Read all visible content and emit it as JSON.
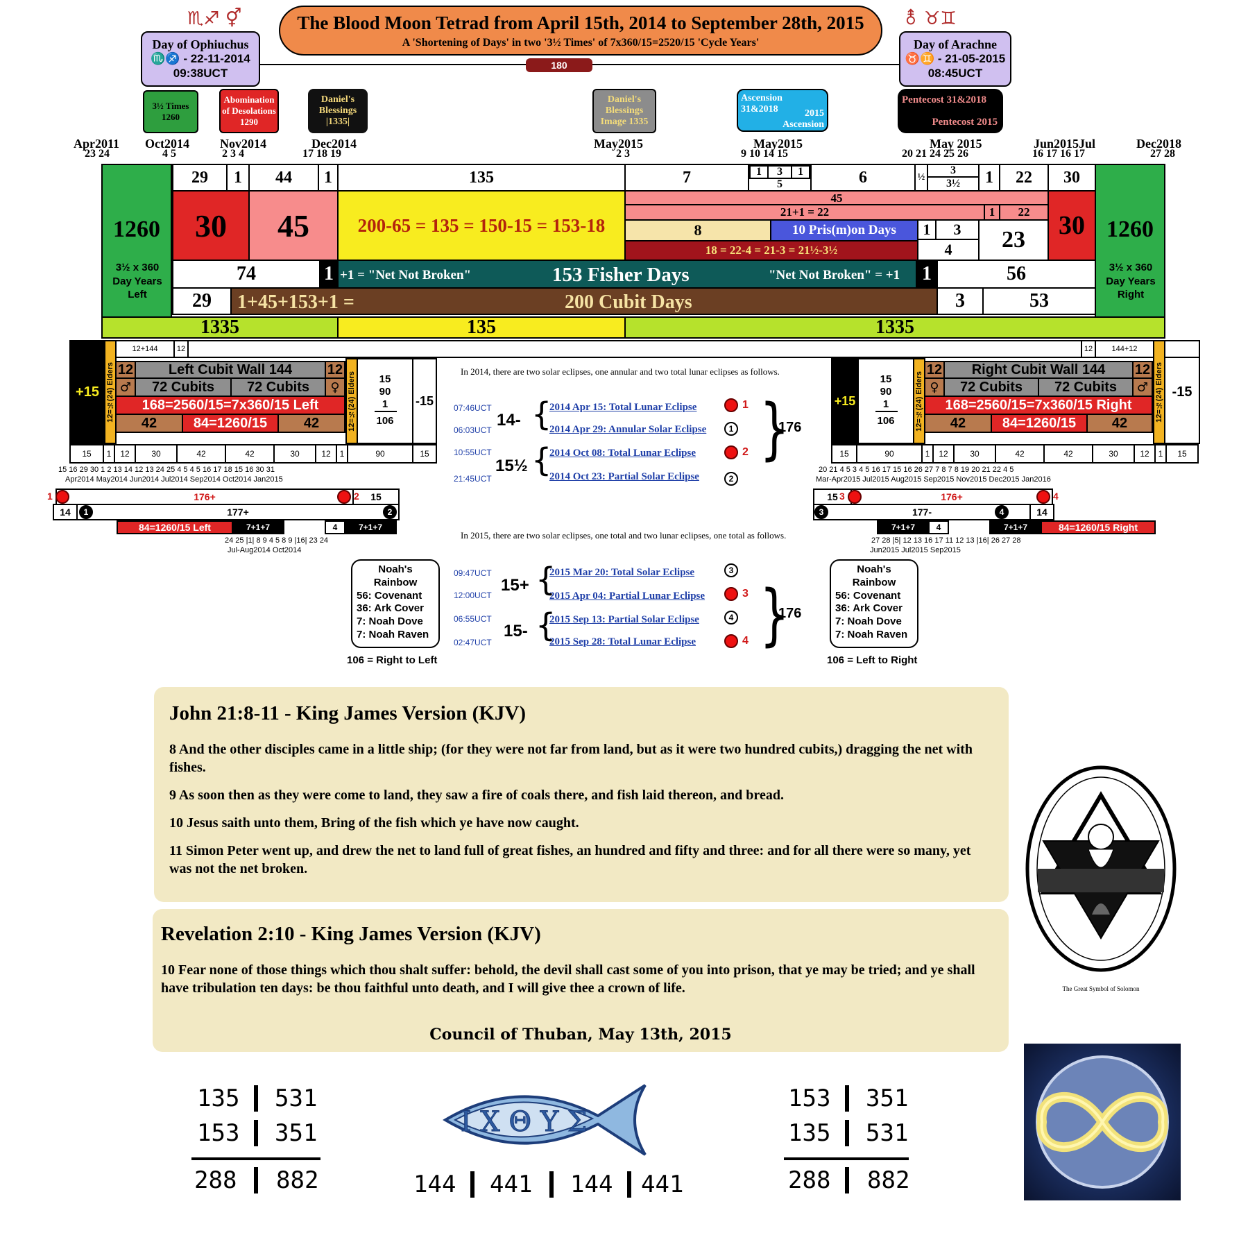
{
  "header": {
    "title": "The Blood Moon Tetrad  from April 15th, 2014 to September 28th, 2015",
    "subtitle": "A 'Shortening of Days' in  two '3½ Times' of 7x360/15=2520/15 'Cycle Years'",
    "center_badge": "180",
    "left_symbols": "♏♐   ⚥",
    "right_symbols": "⚨   ♉♊",
    "left_box": {
      "line1": "Day of Ophiuchus",
      "line2": "♏♐ - 22-11-2014",
      "line3": "09:38UCT"
    },
    "right_box": {
      "line1": "Day of Arachne",
      "line2": "♉♊ - 21-05-2015",
      "line3": "08:45UCT"
    }
  },
  "labels": {
    "times": "3½ Times 1260",
    "abomination": "Abomination of Desolations 1290",
    "daniels1": "Daniel's Blessings |1335|",
    "daniels2": "Daniel's Blessings Image 1335",
    "ascension_a": "Ascension 31&2018",
    "ascension_b": "2015 Ascension",
    "pentecost_a": "Pentecost 31&2018",
    "pentecost_b": "Pentecost 2015"
  },
  "months": {
    "apr2011": "Apr2011",
    "apr2011_d": "23 24",
    "oct2014": "Oct2014",
    "oct2014_d": "4 5",
    "nov2014": "Nov2014",
    "nov2014_d": "2  3  4",
    "dec2014": "Dec2014",
    "dec2014_d": "17 18 19",
    "may2015a": "May2015",
    "may2015a_d": "2 3",
    "may2015b": "May2015",
    "may2015b_d": "9 10      14 15",
    "may2015c": "May 2015",
    "may2015c_d": "20 21     24 25  26",
    "jun2015": "Jun2015Jul",
    "jun2015_d": "16 17  16 17",
    "dec2018": "Dec2018",
    "dec2018_d": "27 28"
  },
  "grid": {
    "r1": [
      "29",
      "1",
      "44",
      "1",
      "135",
      "7",
      "1",
      "3",
      "1",
      "5",
      "6",
      "½",
      "3",
      "3½",
      "1",
      "22",
      "30"
    ],
    "big_left": "1260",
    "big_left_sub": "3½ x 360 Day Years Left",
    "big_right": "1260",
    "big_right_sub": "3½ x 360 Day Years Right",
    "red30": "30",
    "pink45": "45",
    "yellow_eq": "200-65 = 135 = 150-15 = 153-18",
    "salmon45": "45",
    "r21": "21+1 = 22",
    "r21b": "1",
    "r21c": "22",
    "tan8": "8",
    "prison": "10 Pris(m)on Days",
    "r3a": "1",
    "r3b": "3",
    "r4": "4",
    "r23": "23",
    "red30r": "30",
    "dred": "18 = 22-4 = 21-3 = 21½-3½",
    "v74": "74",
    "v1a": "1",
    "net_left": "+1 = \"Net Not Broken\"",
    "fisher": "153 Fisher Days",
    "net_right": "\"Net Not Broken\" = +1",
    "v1b": "1",
    "v56": "56",
    "v29": "29",
    "cubit_eq": "1+45+153+1 =",
    "cubit": "200 Cubit Days",
    "v3": "3",
    "v53": "53",
    "g1335a": "1335",
    "y135": "135",
    "g1335b": "1335"
  },
  "walls": {
    "top_left_a": "12+144",
    "top_left_b": "12",
    "top_right_a": "12",
    "top_right_b": "144+12",
    "plus15": "+15",
    "minus15": "-15",
    "elders": "12=½(24) Elders",
    "left_title": "Left Cubit Wall 144",
    "right_title": "Right Cubit Wall 144",
    "cub72": "72 Cubits",
    "n12": "12",
    "mars": "♂",
    "venus": "♀",
    "left_red": "168=2560/15=7x360/15 Left",
    "right_red": "168=2560/15=7x360/15 Right",
    "n42": "42",
    "n84": "84=1260/15",
    "frac": [
      "15",
      "90",
      "1",
      "106"
    ],
    "left_row": [
      "15",
      "1",
      "12",
      "30",
      "42",
      "42",
      "30",
      "12",
      "1",
      "90",
      "15"
    ],
    "right_row": [
      "15",
      "90",
      "1",
      "12",
      "30",
      "42",
      "42",
      "30",
      "12",
      "1",
      "15"
    ],
    "left_ticks": "15 16 29 30  1 2  13 14        12 13           24 25               4 5        4 5  16 17 18              15 16  30 31",
    "left_months": "Apr2014     May2014        Jun2014         Jul2014        Sep2014      Oct2014                   Jan2015",
    "right_ticks": "20 21  4 5                    3 4 5  16 17       15 16          26 27            7 8          7 8  19 20 21 22   4 5",
    "right_months": "Mar-Apr2015                 Jul2015        Aug2015       Sep2015        Nov2015         Dec2015  Jan2016"
  },
  "tetrad_rows": {
    "l176": "176+",
    "l177": "177+",
    "l15": "15",
    "l14": "14",
    "r176": "176+",
    "r177": "177-",
    "r15": "15",
    "r14": "14",
    "left_84": "84=1260/15 Left",
    "right_84": "84=1260/15 Right",
    "left_717": "7+1+7",
    "left_717b": "7+1+7",
    "left_4": "4",
    "left_tick": "24 25   |1|   8 9        4 5  8 9   |16|  23 24",
    "left_tm": "Jul-Aug2014                          Oct2014",
    "right_717": "7+1+7",
    "right_717b": "7+1+7",
    "right_4": "4",
    "right_tick": "27 28   |5|   12 13 16 17          11 12 13 |16| 26 27 28",
    "right_tm": "Jun2015       Jul2015                    Sep2015",
    "n1": "1",
    "n2": "2",
    "n3": "3",
    "n4": "4"
  },
  "eclipses": {
    "intro2014": "In 2014, there are two solar eclipses, one annular and two total lunar eclipses as follows.",
    "intro2015": "In 2015, there are two solar eclipses, one total and two lunar eclipses, one total as follows.",
    "items2014": [
      {
        "time": "07:46UCT",
        "label": "2014 Apr 15: Total Lunar Eclipse",
        "num": "1"
      },
      {
        "time": "06:03UCT",
        "label": "2014 Apr 29: Annular Solar Eclipse",
        "num": "1"
      },
      {
        "time": "10:55UCT",
        "label": "2014 Oct 08: Total Lunar Eclipse",
        "num": "2"
      },
      {
        "time": "21:45UCT",
        "label": "2014 Oct 23: Partial Solar Eclipse",
        "num": "2"
      }
    ],
    "items2015": [
      {
        "time": "09:47UCT",
        "label": "2015 Mar 20: Total Solar Eclipse",
        "num": "3"
      },
      {
        "time": "12:00UCT",
        "label": "2015 Apr 04: Partial Lunar Eclipse",
        "num": "3"
      },
      {
        "time": "06:55UCT",
        "label": "2015 Sep 13: Partial Solar Eclipse",
        "num": "4"
      },
      {
        "time": "02:47UCT",
        "label": "2015 Sep 28: Total Lunar Eclipse",
        "num": "4"
      }
    ],
    "g14": "14-",
    "g155": "15½",
    "g15p": "15+",
    "g15m": "15-",
    "total176a": "176",
    "total176b": "176"
  },
  "noah_left": {
    "title1": "Noah's",
    "title2": "Rainbow",
    "l1": "56: Covenant",
    "l2": "36: Ark Cover",
    "l3": "7: Noah Dove",
    "l4": "7: Noah Raven",
    "foot": "106 = Right to Left"
  },
  "noah_right": {
    "title1": "Noah's",
    "title2": "Rainbow",
    "l1": "56: Covenant",
    "l2": "36: Ark Cover",
    "l3": "7: Noah Dove",
    "l4": "7: Noah Raven",
    "foot": "106 = Left to Right"
  },
  "john": {
    "title": "John 21:8-11 - King James Version (KJV)",
    "v8": "8 And the other disciples came in a little ship; (for they were not far from land, but as it were two hundred cubits,) dragging the net with fishes.",
    "v9": "9 As soon then as they were come to land, they saw a fire of coals there, and fish laid thereon, and bread.",
    "v10": "10 Jesus saith unto them, Bring of the fish which ye have now caught.",
    "v11": "11 Simon Peter went up, and drew the net to land full of great fishes, an hundred and fifty and three: and for all there were so many, yet was not the net broken."
  },
  "revelation": {
    "title": "Revelation 2:10 - King James Version (KJV)",
    "v10": "10 Fear none of those things which thou shalt suffer: behold, the devil shall cast some of you into prison, that ye may be tried; and ye shall have tribulation ten days: be thou faithful unto death, and I will give thee a crown of life.",
    "signature": "Council of Thuban, May 13th, 2015"
  },
  "seal_caption": "The Great Symbol of Solomon",
  "ichthys": "I X Θ Y Σ",
  "numbers": {
    "left": {
      "r1a": "135",
      "r1b": "531",
      "r2a": "153",
      "r2b": "351",
      "r3a": "288",
      "r3b": "882"
    },
    "right": {
      "r1a": "153",
      "r1b": "351",
      "r2a": "135",
      "r2b": "531",
      "r3a": "288",
      "r3b": "882"
    },
    "mid": {
      "a": "144",
      "b": "441",
      "c": "144",
      "d": "441"
    }
  }
}
